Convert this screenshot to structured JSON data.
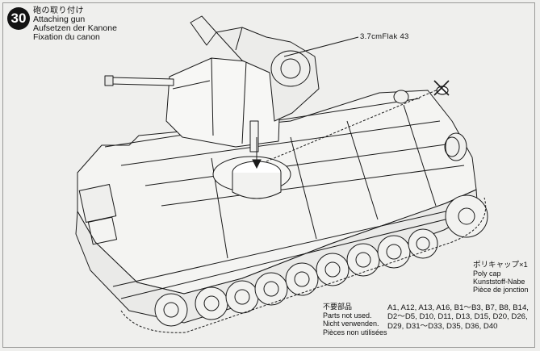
{
  "step": {
    "number": "30",
    "title_ja": "砲の取り付け",
    "title_en": "Attaching gun",
    "title_de": "Aufsetzen der Kanone",
    "title_fr": "Fixation du canon"
  },
  "callouts": {
    "flak_label": "3.7cmFlak 43"
  },
  "poly_cap": {
    "label_ja": "ポリキャップ×1",
    "label_en": "Poly cap",
    "label_de": "Kunststoff-Nabe",
    "label_fr": "Pièce de jonction"
  },
  "not_used": {
    "label_ja": "不要部品",
    "label_en": "Parts not used.",
    "label_de": "Nicht verwenden.",
    "label_fr": "Pièces non utilisées",
    "parts_line1": "A1, A12, A13, A16, B1～B3, B7, B8, B14,",
    "parts_line2": "D2～D5, D10, D11, D13, D15, D20, D26,",
    "parts_line3": "D29, D31～D33, D35, D36, D40"
  }
}
